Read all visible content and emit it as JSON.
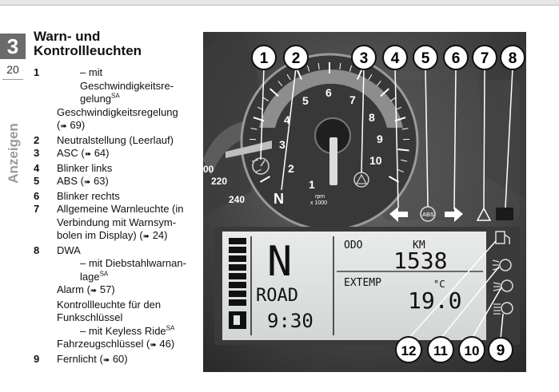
{
  "chapter": {
    "number": "3",
    "page": "20",
    "section": "Anzeigen"
  },
  "title": {
    "line1": "Warn- und",
    "line2": "Kontrollleuchten"
  },
  "arrow_glyph": "➠",
  "legend": [
    {
      "num": "1",
      "lines": [
        {
          "text": "– mit Geschwindigkeitsre-",
          "indent": true
        },
        {
          "text": "gelung",
          "sup": "SA",
          "indent": true
        },
        {
          "text": "Geschwindigkeitsregelung"
        },
        {
          "text": "(",
          "ref": "69",
          "close": ")"
        }
      ]
    },
    {
      "num": "2",
      "lines": [
        {
          "text": "Neutralstellung (Leerlauf)"
        }
      ]
    },
    {
      "num": "3",
      "lines": [
        {
          "text": "ASC ",
          "ref": "64",
          "open": "(",
          "close": ")"
        }
      ]
    },
    {
      "num": "4",
      "lines": [
        {
          "text": "Blinker links"
        }
      ]
    },
    {
      "num": "5",
      "lines": [
        {
          "text": "ABS ",
          "ref": "63",
          "open": "(",
          "close": ")"
        }
      ]
    },
    {
      "num": "6",
      "lines": [
        {
          "text": "Blinker rechts"
        }
      ]
    },
    {
      "num": "7",
      "lines": [
        {
          "text": "Allgemeine Warnleuchte (in"
        },
        {
          "text": "Verbindung mit Warnsym-"
        },
        {
          "text": "bolen im Display) ",
          "ref": "24",
          "open": "(",
          "close": ")"
        }
      ]
    },
    {
      "num": "8",
      "lines": [
        {
          "text": "DWA"
        },
        {
          "text": "– mit Diebstahlwarnan-",
          "indent": true
        },
        {
          "text": "lage",
          "sup": "SA",
          "indent": true
        },
        {
          "text": "Alarm ",
          "ref": "57",
          "open": "(",
          "close": ")"
        },
        {
          "text": "Kontrollleuchte für den"
        },
        {
          "text": "Funkschlüssel"
        },
        {
          "text": "– mit Keyless Ride",
          "sup": "SA",
          "indent": true
        },
        {
          "text": "Fahrzeugschlüssel ",
          "ref": "46",
          "open": "(",
          "close": ")"
        }
      ]
    },
    {
      "num": "9",
      "lines": [
        {
          "text": "Fernlicht ",
          "ref": "60",
          "open": "(",
          "close": ")"
        }
      ]
    }
  ],
  "figure": {
    "callouts": [
      "1",
      "2",
      "3",
      "4",
      "5",
      "6",
      "7",
      "8",
      "12",
      "11",
      "10",
      "9"
    ],
    "tach_numbers": [
      "1",
      "2",
      "3",
      "4",
      "5",
      "6",
      "7",
      "8",
      "9",
      "10"
    ],
    "tach_unit": {
      "line1": "rpm",
      "line2": "x 1000"
    },
    "speed_numbers": [
      "00",
      "220",
      "240"
    ],
    "gear_analog": "N",
    "abs_label": "ABS",
    "lcd": {
      "gear": "N",
      "mode": "ROAD",
      "time": "9:30",
      "odo_label": "ODO",
      "odo_unit": "KM",
      "odo_value": "1538",
      "temp_label": "EXTEMP",
      "temp_unit": "°C",
      "temp_value": "19.0"
    }
  }
}
